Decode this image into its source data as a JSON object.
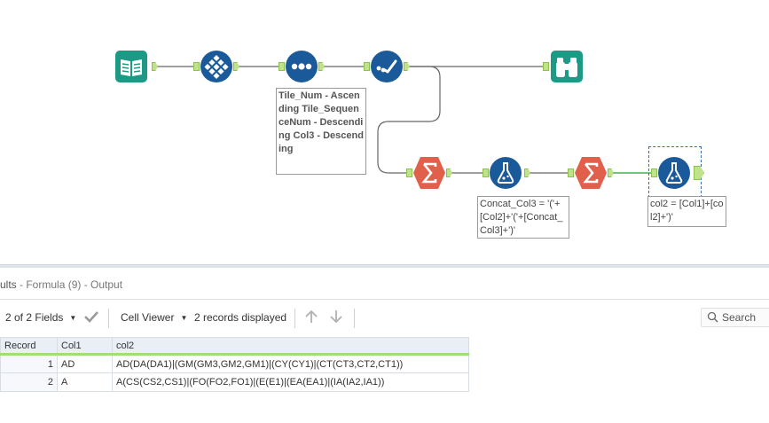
{
  "workflow": {
    "annotations": {
      "sort": "Tile_Num - Ascending Tile_SequenceNum - Descending Col3 - Descending",
      "formula1": "Concat_Col3 = '('+[Col2]+'('+[Concat_Col3]+')'",
      "formula2": "col2 = [Col1]+[col2]+')'"
    }
  },
  "results": {
    "title_prefix": "ults",
    "title_suffix": " - Formula (9) - Output"
  },
  "toolbar": {
    "fields_label": "2 of 2 Fields",
    "cell_viewer_label": "Cell Viewer",
    "records_label": "2 records displayed",
    "search_label": "Search"
  },
  "grid": {
    "columns": [
      "Record",
      "Col1",
      "col2"
    ],
    "rows": [
      {
        "record": "1",
        "col1": "AD",
        "col2": "AD(DA(DA1)|(GM(GM3,GM2,GM1)|(CY(CY1)|(CT(CT3,CT2,CT1))"
      },
      {
        "record": "2",
        "col1": "A",
        "col2": "A(CS(CS2,CS1)|(FO(FO2,FO1)|(E(E1)|(EA(EA1)|(IA(IA2,IA1))"
      }
    ]
  },
  "colors": {
    "input_teal": "#1c9a86",
    "prep_blue": "#1a5a9a",
    "summarize_orange": "#e0604b",
    "anchor_green": "#bfe38b",
    "connection_grey": "#666666",
    "selected_connection": "#46b04a"
  }
}
